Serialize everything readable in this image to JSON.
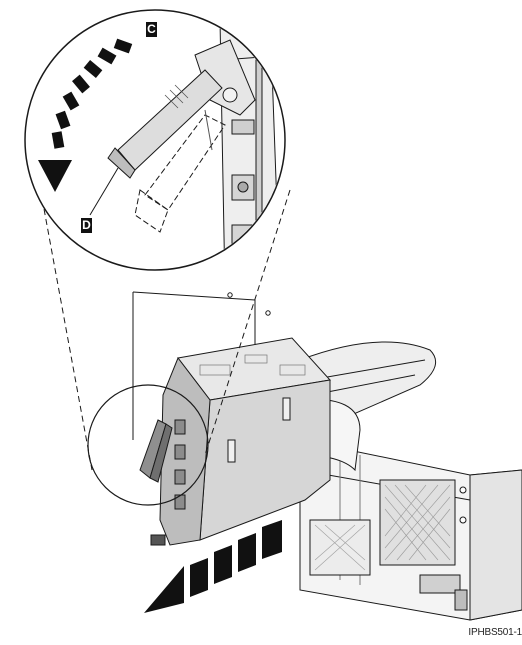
{
  "callouts": {
    "c": "C",
    "d": "D"
  },
  "figure_id": "IPHBS501-1",
  "colors": {
    "line": "#1a1a1a",
    "shade_light": "#d9d9d9",
    "shade_mid": "#bdbdbd",
    "shade_dark": "#8c8c8c",
    "arrow": "#111111"
  },
  "icons": [
    "rotate-arrow-icon",
    "pull-arrow-icon"
  ]
}
